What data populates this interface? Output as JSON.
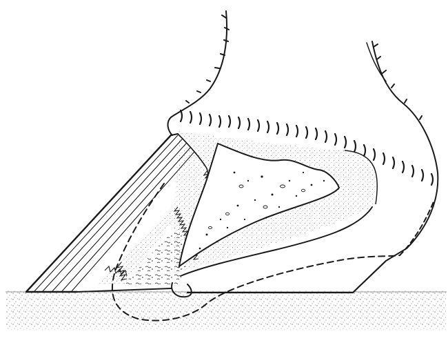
{
  "figure": {
    "kind": "line-drawing",
    "subject": "hoof-cross-section",
    "colors": {
      "ink": "#1a1a1a",
      "stipple_light": "#d2d2d2",
      "stipple_dense": "#9a9a9a",
      "bone_fill": "#ffffff",
      "background": "#ffffff"
    },
    "parts": [
      "hair-coat",
      "coronary-band",
      "hoof-wall",
      "laminae",
      "coffin-bone",
      "sole-corium",
      "digital-cushion",
      "ground",
      "sole-outline"
    ]
  }
}
